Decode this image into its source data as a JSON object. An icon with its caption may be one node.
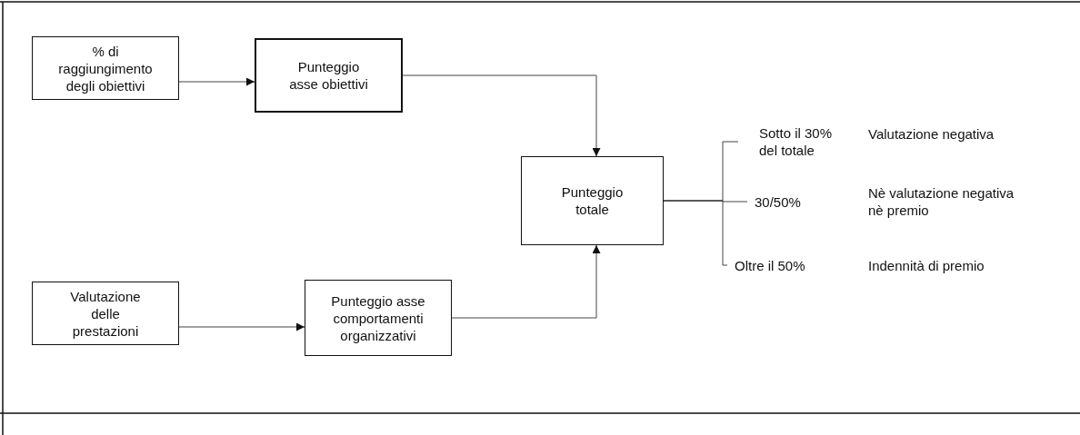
{
  "diagram": {
    "nodes": [
      {
        "text": [
          "% di raggiungimento degli obiettivi"
        ]
      },
      {
        "text": [
          "Punteggio asse obiettivi"
        ]
      },
      {
        "text": [
          "Punteggio totale"
        ]
      },
      {
        "text": [
          "Valutazione delle prestazioni"
        ]
      },
      {
        "text": [
          "Punteggio asse comportamenti organizzativi"
        ]
      },
      {
        "text": [
          "Sotto il 30% del totale"
        ]
      },
      {
        "text": [
          "30/50%"
        ]
      },
      {
        "text": [
          "Oltre il 50%"
        ]
      }
    ],
    "edges": [
      {
        "from": 0,
        "to": 1,
        "arrow": "to"
      },
      {
        "from": 1,
        "to": 2,
        "arrow": "to"
      },
      {
        "from": 3,
        "to": 4,
        "arrow": "to"
      },
      {
        "from": 4,
        "to": 2,
        "arrow": "to"
      },
      {
        "from": 2,
        "to": 5,
        "arrow": "none"
      },
      {
        "from": 2,
        "to": 6,
        "arrow": "none"
      },
      {
        "from": 2,
        "to": 7,
        "arrow": "none"
      }
    ],
    "labels": [
      "Valutazione negativa",
      "Nè valutazione negativa nè premio",
      "Indennità di premio"
    ]
  }
}
